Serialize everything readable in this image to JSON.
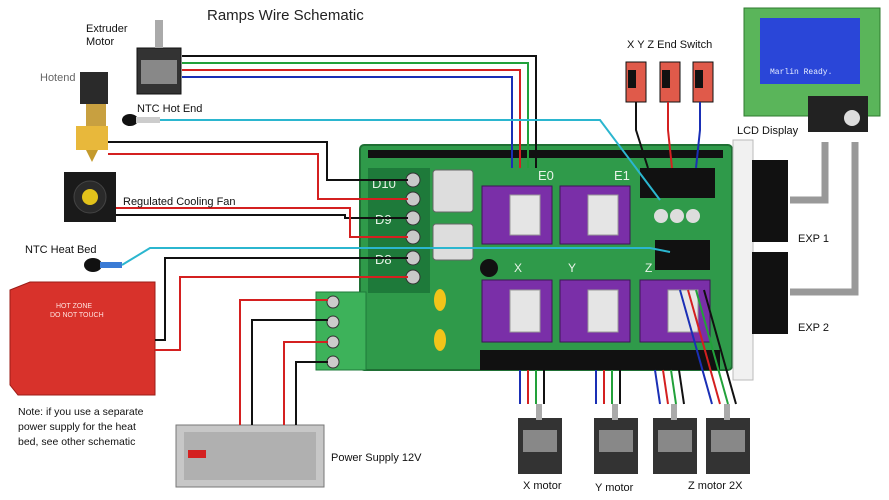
{
  "title": "Ramps Wire Schematic",
  "labels": {
    "extruder_motor": "Extruder Motor",
    "hotend": "Hotend",
    "ntc_hot_end": "NTC Hot End",
    "cooling_fan": "Regulated Cooling Fan",
    "ntc_heat_bed": "NTC Heat Bed",
    "end_switch": "X Y Z End Switch",
    "lcd_display": "LCD Display",
    "exp1": "EXP 1",
    "exp2": "EXP 2",
    "power_supply": "Power Supply 12V",
    "x_motor": "X motor",
    "y_motor": "Y motor",
    "z_motor": "Z motor 2X"
  },
  "note": "Note: if you use a separate power supply for the heat bed, see other schematic",
  "board_marks": {
    "d10": "D10",
    "d9": "D9",
    "d8": "D8",
    "e0": "E0",
    "e1": "E1",
    "x": "X",
    "y": "Y",
    "z": "Z"
  },
  "lcd_screen": {
    "status": "Marlin Ready."
  },
  "heatbed": {
    "warning": "HOT ZONE",
    "warning2": "DO NOT TOUCH"
  },
  "colors": {
    "wire_red": "#d42020",
    "wire_black": "#111111",
    "wire_green": "#22a13a",
    "wire_blue": "#1a2fb5",
    "wire_cyan": "#2bb6cf",
    "board_green": "#2f9a4a",
    "driver_purple": "#7a2fa8",
    "heatbed_red": "#d8322b",
    "lcd_blue": "#2a46d8"
  }
}
